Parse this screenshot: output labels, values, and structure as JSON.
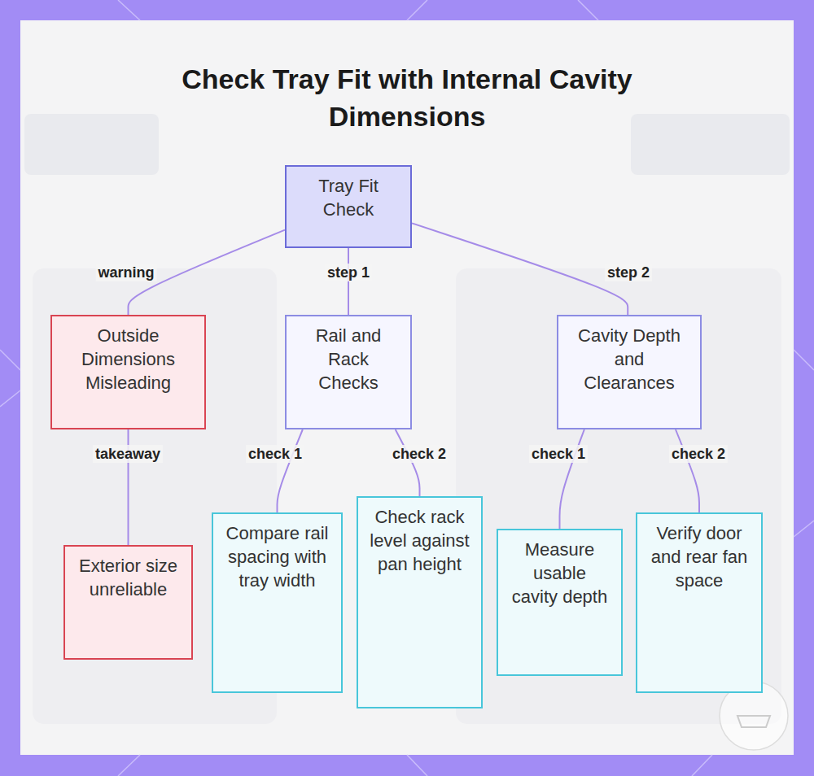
{
  "diagram": {
    "title": "Check Tray Fit with Internal Cavity Dimensions",
    "nodes": [
      {
        "text": [
          "Tray Fit Check"
        ]
      },
      {
        "text": [
          "Outside Dimensions Misleading"
        ]
      },
      {
        "text": [
          "Rail and Rack Checks"
        ]
      },
      {
        "text": [
          "Cavity Depth and Clearances"
        ]
      },
      {
        "text": [
          "Exterior size unreliable"
        ]
      },
      {
        "text": [
          "Compare rail spacing with tray width"
        ]
      },
      {
        "text": [
          "Check rack level against pan height"
        ]
      },
      {
        "text": [
          "Measure usable cavity depth"
        ]
      },
      {
        "text": [
          "Verify door and rear fan space"
        ]
      }
    ],
    "edges": [
      {
        "from": 0,
        "to": 1,
        "label": "warning",
        "arrow": "none"
      },
      {
        "from": 0,
        "to": 2,
        "label": "step 1",
        "arrow": "none"
      },
      {
        "from": 0,
        "to": 3,
        "label": "step 2",
        "arrow": "none"
      },
      {
        "from": 1,
        "to": 4,
        "label": "takeaway",
        "arrow": "none"
      },
      {
        "from": 2,
        "to": 5,
        "label": "check 1",
        "arrow": "none"
      },
      {
        "from": 2,
        "to": 6,
        "label": "check 2",
        "arrow": "none"
      },
      {
        "from": 3,
        "to": 7,
        "label": "check 1",
        "arrow": "none"
      },
      {
        "from": 3,
        "to": 8,
        "label": "check 2",
        "arrow": "none"
      }
    ]
  }
}
